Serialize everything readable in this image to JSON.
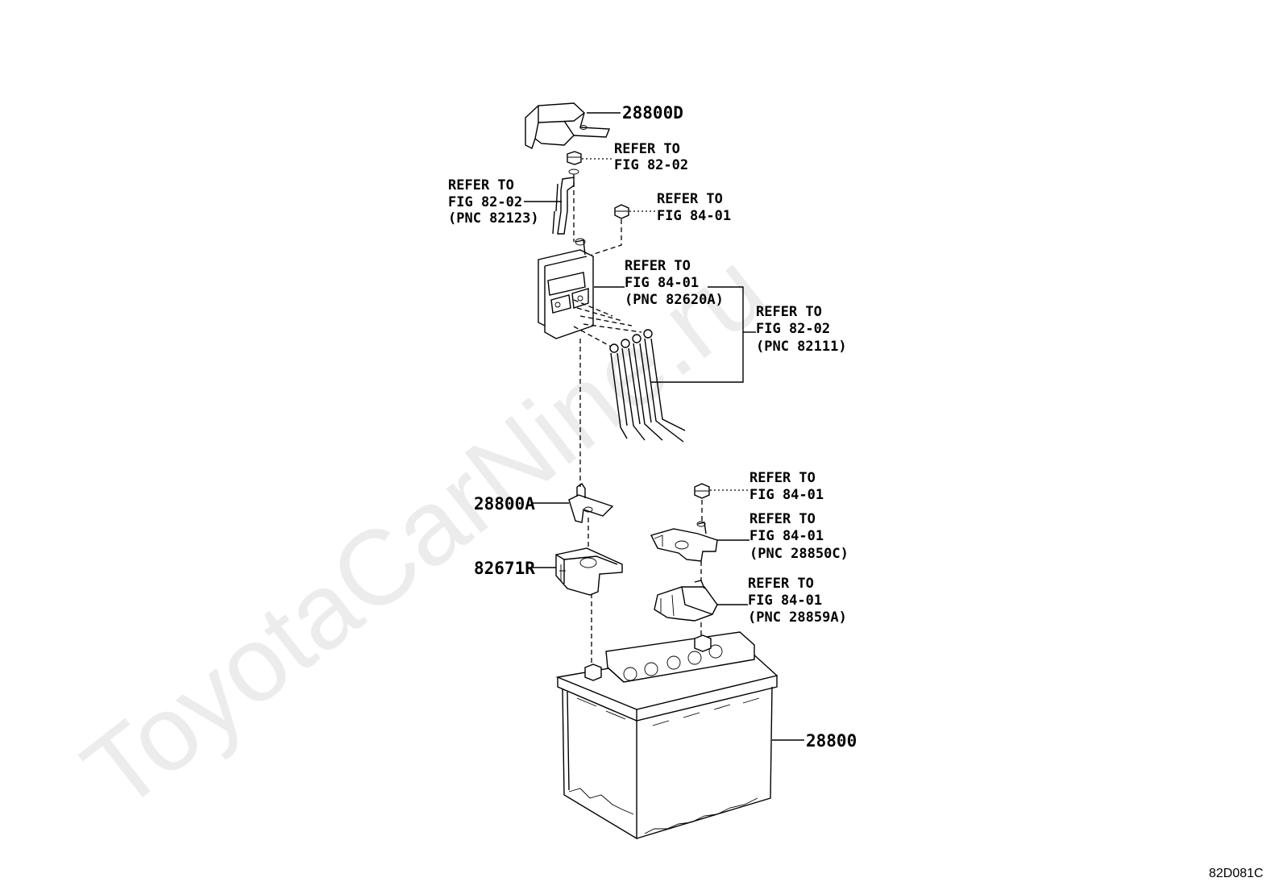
{
  "watermark": "ToyotaCarNine.ru",
  "figure_id": "82D081C",
  "parts": {
    "top_cover": "28800D",
    "bracket": "28800A",
    "terminal": "82671R",
    "battery": "28800"
  },
  "refs": {
    "nut_top": [
      "REFER TO",
      "FIG 82-02"
    ],
    "cable_top": [
      "REFER TO",
      "FIG 82-02",
      "(PNC 82123)"
    ],
    "nut_mid": [
      "REFER TO",
      "FIG 84-01"
    ],
    "fuse_block": [
      "REFER TO",
      "FIG 84-01",
      "(PNC 82620A)"
    ],
    "wire_harness": [
      "REFER TO",
      "FIG 82-02",
      "(PNC 82111)"
    ],
    "nut_right": [
      "REFER TO",
      "FIG 84-01"
    ],
    "clamp_right": [
      "REFER TO",
      "FIG 84-01",
      "(PNC 28850C)"
    ],
    "cover_right": [
      "REFER TO",
      "FIG 84-01",
      "(PNC 28859A)"
    ]
  }
}
